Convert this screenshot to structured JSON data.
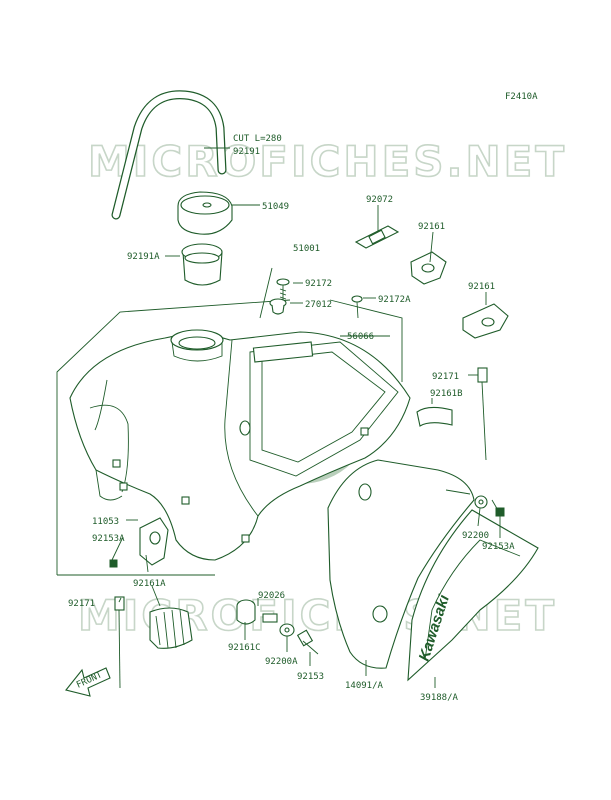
{
  "diagram_code": "F2410A",
  "watermark": "MICROFICHES.NET",
  "logo_text": "Kawasaki",
  "front_label": "FRONT",
  "callouts": {
    "cut_note": "CUT L=280",
    "p92191": "92191",
    "p51049": "51049",
    "p92191A": "92191A",
    "p51001": "51001",
    "p92172": "92172",
    "p27012": "27012",
    "p92172A": "92172A",
    "p56066": "56066",
    "p92072": "92072",
    "p92161": "92161",
    "p92161b2": "92161",
    "p92171": "92171",
    "p92161B": "92161B",
    "p11053": "11053",
    "p92153A": "92153A",
    "p92161A": "92161A",
    "p92171b": "92171",
    "p92026": "92026",
    "p92161C": "92161C",
    "p92200A": "92200A",
    "p92153": "92153",
    "p14091A": "14091/A",
    "p92200": "92200",
    "p92153A_r": "92153A",
    "p39188A": "39188/A"
  }
}
